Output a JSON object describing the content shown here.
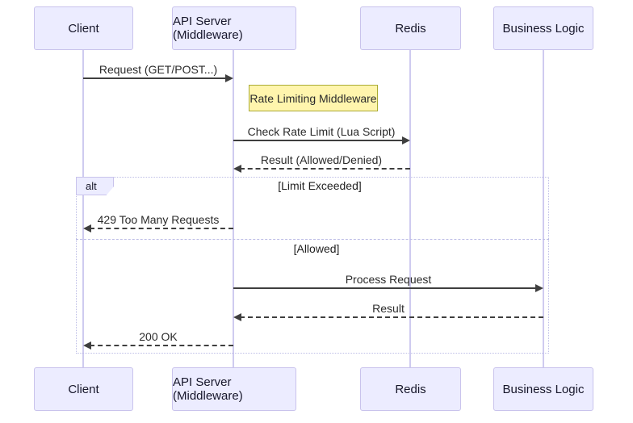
{
  "sequence": {
    "type": "sequence-diagram",
    "participants": [
      {
        "name": "Client"
      },
      {
        "name": "API Server (Middleware)"
      },
      {
        "name": "Redis"
      },
      {
        "name": "Business Logic"
      }
    ],
    "messages": [
      {
        "from": "Client",
        "to": "API Server (Middleware)",
        "label": "Request (GET/POST...)",
        "style": "solid"
      },
      {
        "from": "API Server (Middleware)",
        "to": "Redis",
        "label": "Check Rate Limit (Lua Script)",
        "style": "solid"
      },
      {
        "from": "Redis",
        "to": "API Server (Middleware)",
        "label": "Result (Allowed/Denied)",
        "style": "dashed"
      },
      {
        "from": "API Server (Middleware)",
        "to": "Client",
        "label": "429 Too Many Requests",
        "style": "dashed"
      },
      {
        "from": "API Server (Middleware)",
        "to": "Business Logic",
        "label": "Process Request",
        "style": "solid"
      },
      {
        "from": "Business Logic",
        "to": "API Server (Middleware)",
        "label": "Result",
        "style": "dashed"
      },
      {
        "from": "API Server (Middleware)",
        "to": "Client",
        "label": "200 OK",
        "style": "dashed"
      }
    ],
    "note": {
      "text": "Rate Limiting Middleware"
    },
    "alt": {
      "title": "alt",
      "conditions": [
        "[Limit Exceeded]",
        "[Allowed]"
      ]
    },
    "colors": {
      "actor_fill": "#ECECFF",
      "actor_border": "#C9C3EC",
      "lifeline": "#CFCBF0",
      "note_fill": "#FFF5AD",
      "note_border": "#AAAA33",
      "arrow": "#3F3F3F",
      "frame_border": "#BDBDE6"
    }
  }
}
